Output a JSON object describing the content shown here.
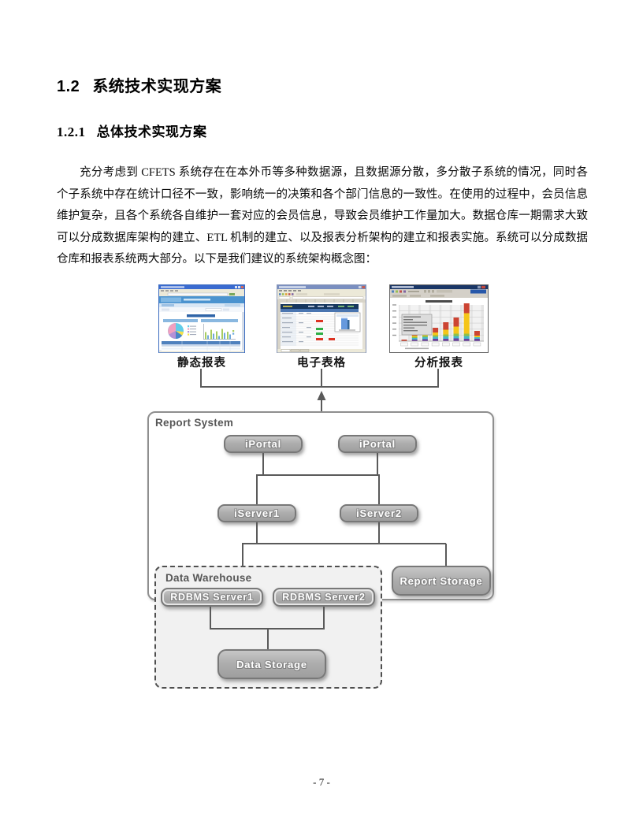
{
  "headings": {
    "section_num": "1.2",
    "section_title": "系统技术实现方案",
    "subsection_num": "1.2.1",
    "subsection_title": "总体技术实现方案"
  },
  "paragraph": "充分考虑到 CFETS 系统存在在本外币等多种数据源，且数据源分散，多分散子系统的情况，同时各个子系统中存在统计口径不一致，影响统一的决策和各个部门信息的一致性。在使用的过程中，会员信息维护复杂，且各个系统各自维护一套对应的会员信息，导致会员维护工作量加大。数据仓库一期需求大致可以分成数据库架构的建立、ETL 机制的建立、以及报表分析架构的建立和报表实施。系统可以分成数据仓库和报表系统两大部分。以下是我们建议的系统架构概念图：",
  "thumbnails": {
    "static_report_label": "静态报表",
    "spreadsheet_label": "电子表格",
    "analysis_report_label": "分析报表"
  },
  "diagram": {
    "report_system_label": "Report System",
    "data_warehouse_label": "Data Warehouse",
    "nodes": {
      "iportal_left": "iPortal",
      "iportal_right": "iPortal",
      "iserver1": "iServer1",
      "iserver2": "iServer2",
      "rdbms_server1": "RDBMS Server1",
      "rdbms_server2": "RDBMS Server2",
      "report_storage": "Report Storage",
      "data_storage": "Data Storage"
    },
    "colors": {
      "node_fill": "#aeaeae",
      "node_border": "#787878",
      "connector": "#5a5a5a",
      "container_border": "#8f8f8f",
      "warehouse_fill": "#f1f1f1"
    }
  },
  "footer": {
    "page_number": "- 7 -"
  }
}
